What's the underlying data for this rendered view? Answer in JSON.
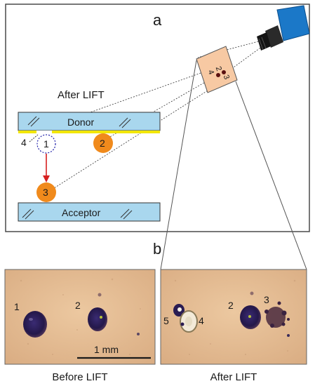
{
  "panel_a": {
    "label": "a",
    "heading": "After LIFT",
    "donor_label": "Donor",
    "acceptor_label": "Acceptor",
    "markers": [
      "1",
      "2",
      "3",
      "4"
    ],
    "camera_chip_labels": [
      "2",
      "3",
      "4"
    ]
  },
  "panel_b": {
    "label": "b",
    "scale_bar": "1 mm",
    "left_caption": "Before LIFT",
    "right_caption": "After LIFT",
    "left_markers": [
      "1",
      "2"
    ],
    "right_markers": [
      "5",
      "4",
      "2",
      "3"
    ]
  },
  "colors": {
    "glass": "#a9d7ee",
    "layer": "#f2e600",
    "droplet": "#f08a1c",
    "arrow": "#d62020",
    "camera_body": "#1b78c8",
    "chip": "#f7c9a3",
    "photo_bg": "#e4bd93",
    "spot": "#2a1c52"
  },
  "icons": [
    "camera-icon",
    "glass-hatch-icon"
  ]
}
